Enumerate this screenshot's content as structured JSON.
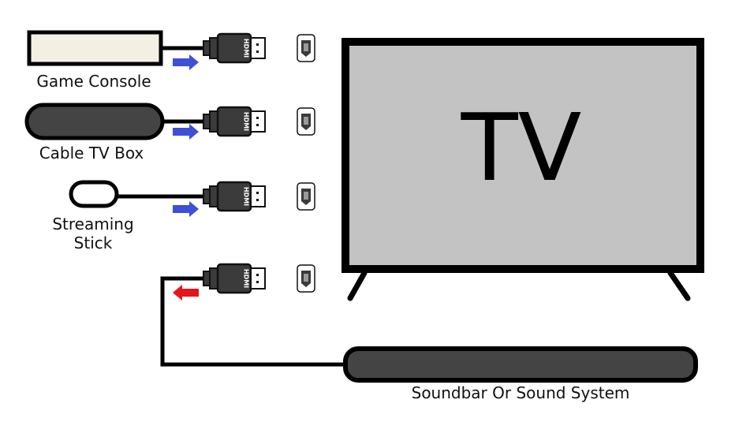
{
  "tv": {
    "label": "TV"
  },
  "devices": {
    "game_console": "Game Console",
    "cable_box": "Cable TV Box",
    "streaming_stick_line1": "Streaming",
    "streaming_stick_line2": "Stick",
    "soundbar": "Soundbar Or Sound System"
  },
  "connector_text": "HDMI",
  "colors": {
    "input_arrow": "#3f4fd6",
    "output_arrow": "#e8141c",
    "tv_screen": "#c3c3c3",
    "console_face": "#f4efe3"
  }
}
